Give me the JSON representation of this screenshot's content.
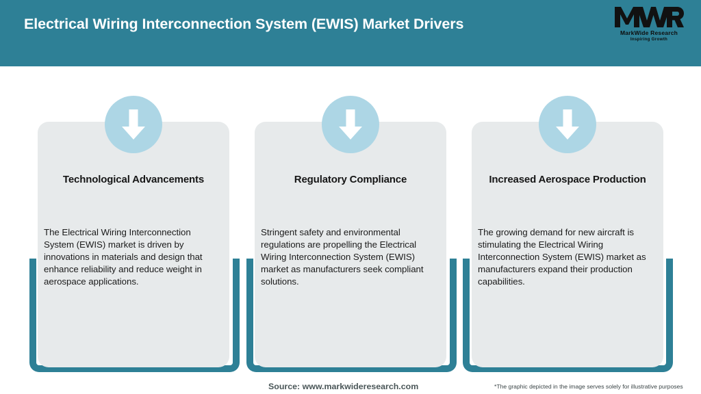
{
  "header": {
    "title": "Electrical Wiring Interconnection System (EWIS) Market Drivers",
    "band_color": "#2E8096",
    "title_color": "#FFFFFF",
    "logo": {
      "mark": "MWR",
      "name": "MarkWide Research",
      "tagline": "Inspiring Growth"
    }
  },
  "theme": {
    "accent_teal": "#2E8096",
    "card_fill": "#E7EAEB",
    "circle_fill": "#ADD6E5",
    "arrow_fill": "#FFFFFF",
    "page_background": "#FFFFFF"
  },
  "cards": [
    {
      "icon": "arrow-down-icon",
      "title": "Technological Advancements",
      "body": "The Electrical Wiring Interconnection System (EWIS) market is driven by innovations in materials and design that enhance reliability and reduce weight in aerospace applications."
    },
    {
      "icon": "arrow-down-icon",
      "title": "Regulatory Compliance",
      "body": "Stringent safety and environmental regulations are propelling the Electrical Wiring Interconnection System (EWIS) market as manufacturers seek compliant solutions."
    },
    {
      "icon": "arrow-down-icon",
      "title": "Increased Aerospace Production",
      "body": "The growing demand for new aircraft is stimulating the Electrical Wiring Interconnection System (EWIS) market as manufacturers expand their production capabilities."
    }
  ],
  "footer": {
    "source": "Source: www.markwideresearch.com",
    "disclaimer": "*The graphic depicted in the image serves solely for illustrative purposes"
  }
}
